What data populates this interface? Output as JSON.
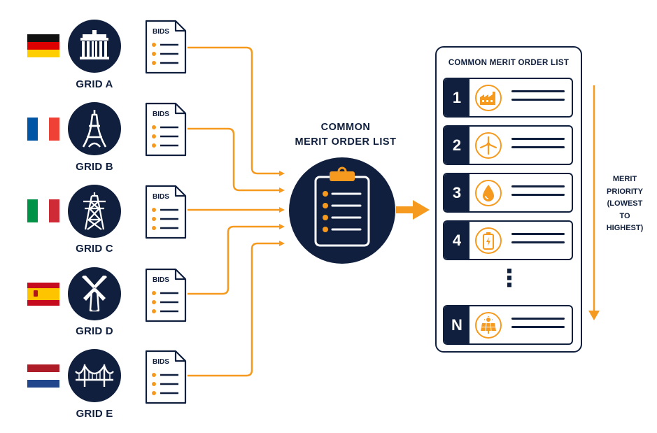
{
  "grids": [
    {
      "label": "GRID A",
      "flag": "germany-flag",
      "icon": "brandenburg-gate-icon",
      "doc_title": "BIDS",
      "colors": [
        "#111111",
        "#dd0000",
        "#ffce00"
      ]
    },
    {
      "label": "GRID B",
      "flag": "france-flag",
      "icon": "eiffel-tower-icon",
      "doc_title": "BIDS",
      "colors": [
        "#0055a4",
        "#ffffff",
        "#ef4135"
      ]
    },
    {
      "label": "GRID C",
      "flag": "italy-flag",
      "icon": "power-pylon-icon",
      "doc_title": "BIDS",
      "colors": [
        "#009246",
        "#ffffff",
        "#ce2b37"
      ]
    },
    {
      "label": "GRID D",
      "flag": "spain-flag",
      "icon": "windmill-icon",
      "doc_title": "BIDS",
      "colors": [
        "#c60b1e",
        "#ffc400",
        "#c60b1e"
      ]
    },
    {
      "label": "GRID E",
      "flag": "netherlands-flag",
      "icon": "bridge-icon",
      "doc_title": "BIDS",
      "colors": [
        "#ae1c28",
        "#ffffff",
        "#21468b"
      ]
    }
  ],
  "center": {
    "title_line1": "COMMON",
    "title_line2": "MERIT ORDER LIST",
    "icon": "clipboard-icon"
  },
  "panel": {
    "title": "COMMON MERIT ORDER LIST",
    "rows": [
      {
        "rank": "1",
        "icon": "factory-icon"
      },
      {
        "rank": "2",
        "icon": "wind-turbine-icon"
      },
      {
        "rank": "3",
        "icon": "oil-drop-icon"
      },
      {
        "rank": "4",
        "icon": "battery-icon"
      },
      {
        "rank": "N",
        "icon": "solar-panel-icon"
      }
    ],
    "ellipsis": "⋮"
  },
  "priority": {
    "line1": "MERIT",
    "line2": "PRIORITY",
    "line3": "(LOWEST",
    "line4": "TO",
    "line5": "HIGHEST)"
  },
  "colors": {
    "navy": "#0f1f3d",
    "accent": "#f59a1e"
  }
}
